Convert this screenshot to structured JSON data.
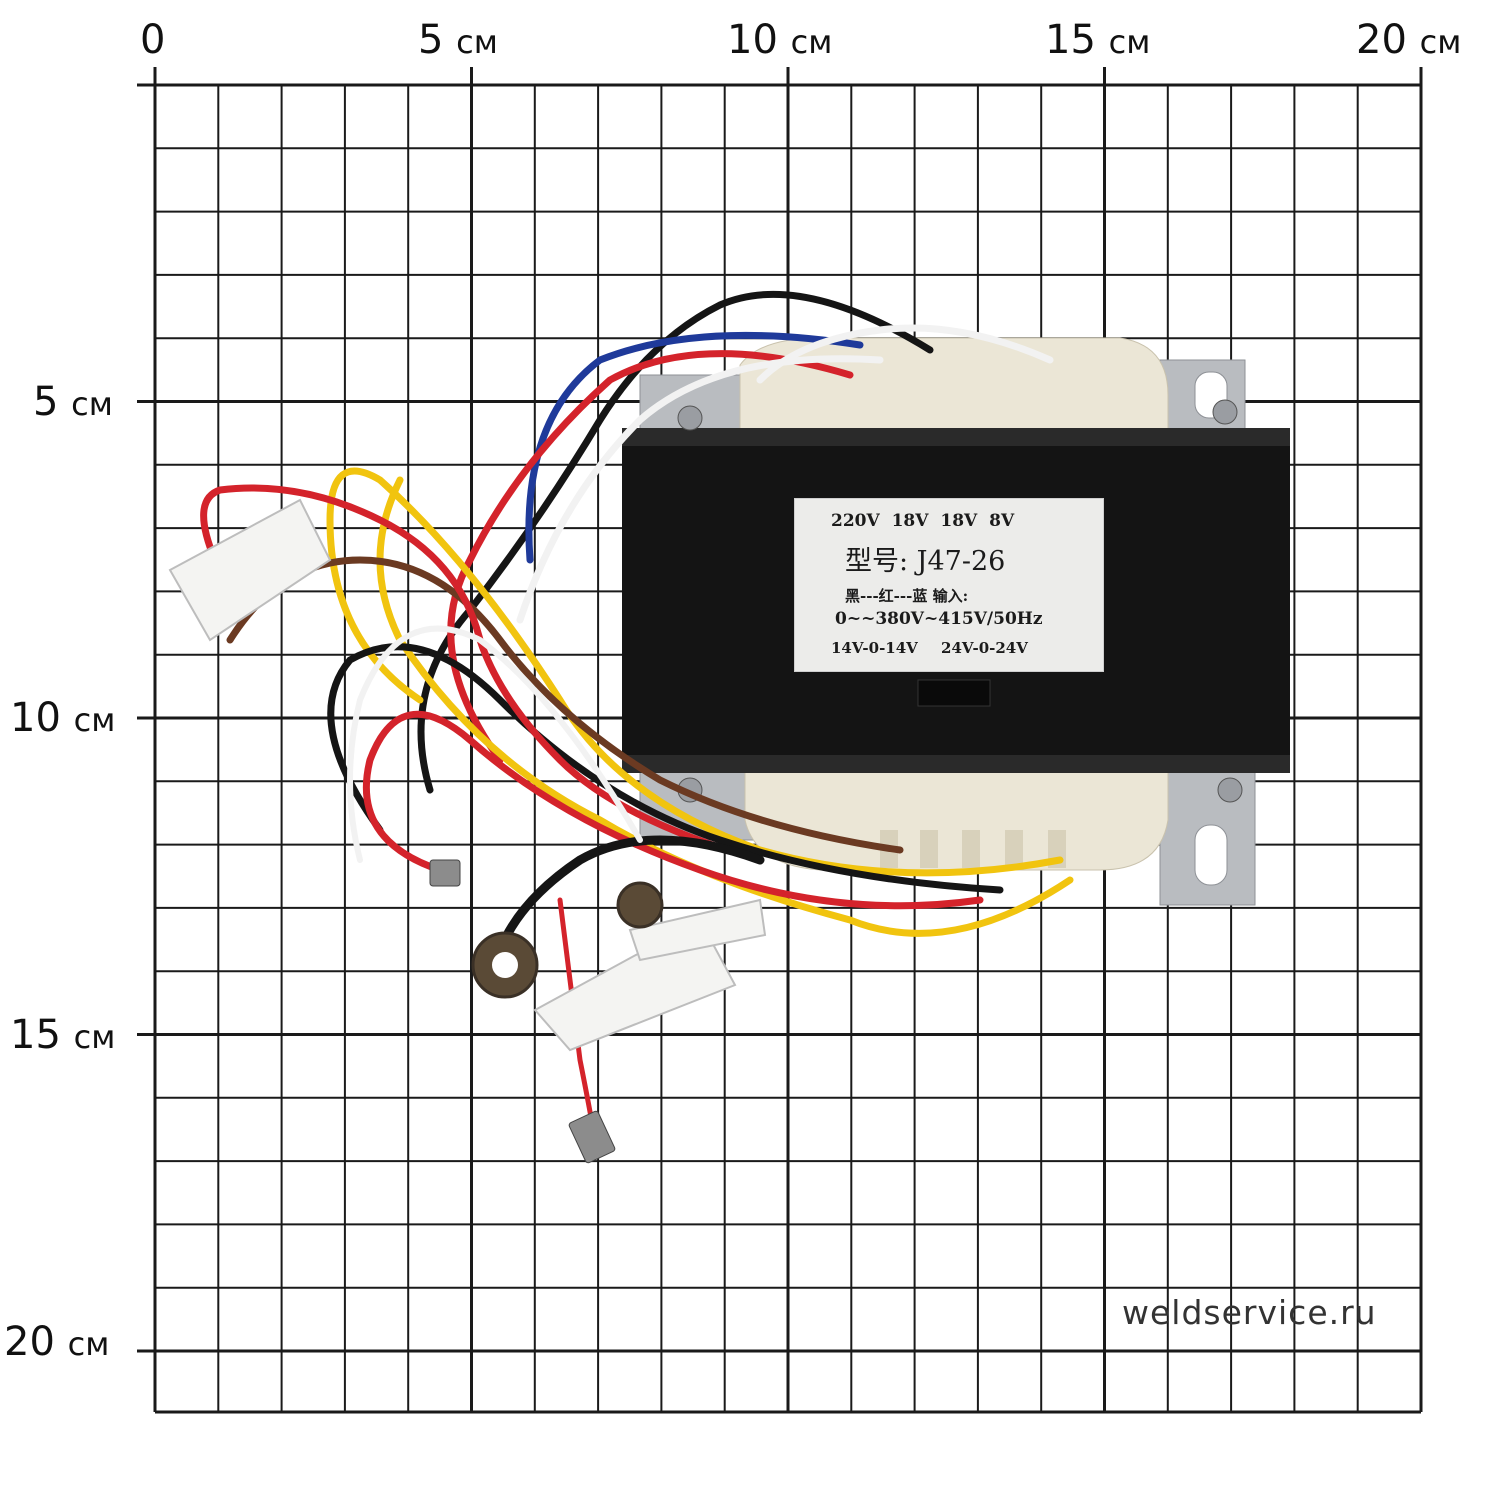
{
  "ruler": {
    "top": [
      {
        "num": "0",
        "unit": ""
      },
      {
        "num": "5",
        "unit": "см"
      },
      {
        "num": "10",
        "unit": "см"
      },
      {
        "num": "15",
        "unit": "см"
      },
      {
        "num": "20",
        "unit": "см"
      }
    ],
    "left": [
      {
        "num": "5",
        "unit": "см"
      },
      {
        "num": "10",
        "unit": "см"
      },
      {
        "num": "15",
        "unit": "см"
      },
      {
        "num": "20",
        "unit": "см"
      }
    ]
  },
  "label_plate": {
    "line1": "220V 18V 18V 8V",
    "line2": "型号: J47-26",
    "line3": "黑---红---蓝 输入:",
    "line4": "0~~380V~415V/50Hz",
    "line5": "14V-0-14V 24V-0-24V"
  },
  "watermark": "weldservice.ru",
  "colors": {
    "grid": "#1a1a1a",
    "core": "#141414",
    "bobbin": "#ebe6d6",
    "bracket": "#b9bcc0",
    "wire_red": "#d4232b",
    "wire_yellow": "#f1c40f",
    "wire_blue": "#1f3a9a",
    "wire_black": "#151515",
    "wire_white": "#f2f2f2",
    "wire_brown": "#6b3a22"
  }
}
